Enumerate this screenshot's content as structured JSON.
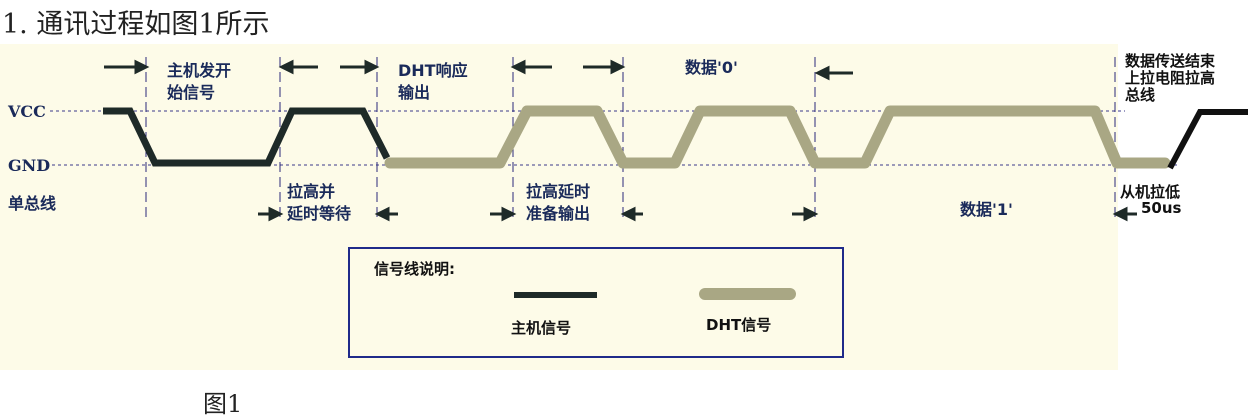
{
  "heading": "1. 通讯过程如图1所示",
  "caption": "图1",
  "levels": {
    "vcc": "VCC",
    "gnd": "GND",
    "bus": "单总线"
  },
  "phases": {
    "host_start_1": "主机发开",
    "host_start_2": "始信号",
    "dht_resp_1": "DHT响应",
    "dht_resp_2": "输出",
    "data0": "数据'0'",
    "end_1": "数据传送结束",
    "end_2": "上拉电阻拉高",
    "end_3": "总线",
    "pullup_wait_1": "拉高并",
    "pullup_wait_2": "延时等待",
    "pullup_ready_1": "拉高延时",
    "pullup_ready_2": "准备输出",
    "data1": "数据'1'",
    "slave_low_1": "从机拉低",
    "slave_low_2": "50us"
  },
  "legend": {
    "title": "信号线说明:",
    "host": "主机信号",
    "dht": "DHT信号"
  },
  "colors": {
    "host": "#1e2a28",
    "dht": "#a9a784",
    "background": "#fdfbe8",
    "text": "#1a2a5a",
    "legend_border": "#1f2a8a"
  }
}
